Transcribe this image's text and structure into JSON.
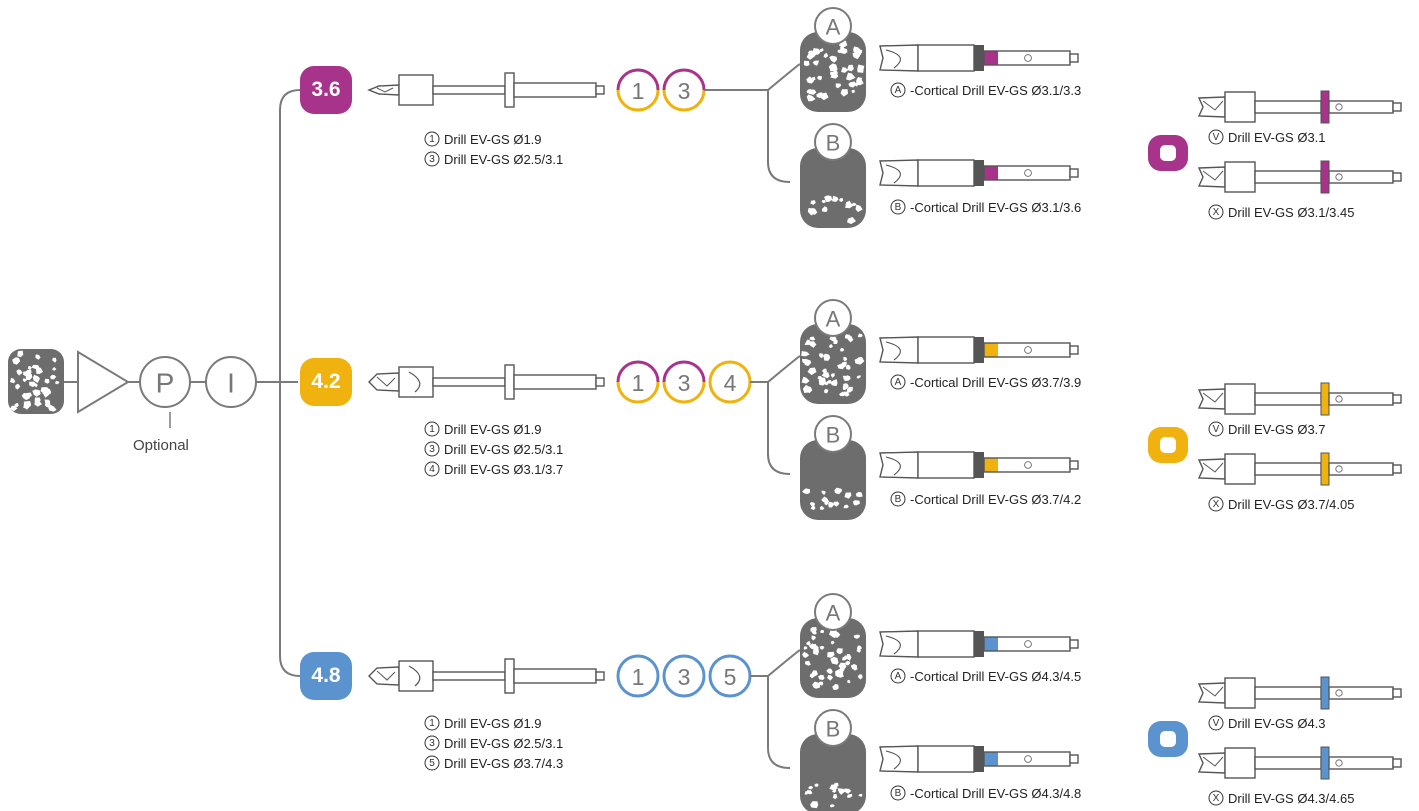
{
  "colors": {
    "diameter_3_6": "#a7338a",
    "diameter_4_2": "#f0b20e",
    "diameter_4_8": "#5b93cf",
    "line": "#7a7a7a",
    "bone": "#6d6d6d"
  },
  "start": {
    "optional_label": "Optional",
    "pilot_letter": "P",
    "indicator_letter": "I"
  },
  "rows": [
    {
      "implant_diameter": "3.6",
      "color": "#a7338a",
      "drill_steps": [
        "1",
        "3"
      ],
      "drill_list": [
        "Drill EV-GS Ø1.9",
        "Drill EV-GS Ø2.5/3.1"
      ],
      "drill_list_marks": [
        "1",
        "3"
      ],
      "bone_a_letter": "A",
      "bone_b_letter": "B",
      "cortical_a": "-Cortical Drill EV-GS Ø3.1/3.3",
      "cortical_b": "-Cortical Drill EV-GS Ø3.1/3.6",
      "final_v": "Drill EV-GS Ø3.1",
      "final_x": "Drill EV-GS Ø3.1/3.45"
    },
    {
      "implant_diameter": "4.2",
      "color": "#f0b20e",
      "drill_steps": [
        "1",
        "3",
        "4"
      ],
      "drill_list": [
        "Drill EV-GS Ø1.9",
        "Drill EV-GS Ø2.5/3.1",
        "Drill EV-GS Ø3.1/3.7"
      ],
      "drill_list_marks": [
        "1",
        "3",
        "4"
      ],
      "bone_a_letter": "A",
      "bone_b_letter": "B",
      "cortical_a": "-Cortical Drill EV-GS Ø3.7/3.9",
      "cortical_b": "-Cortical Drill EV-GS Ø3.7/4.2",
      "final_v": "Drill EV-GS Ø3.7",
      "final_x": "Drill EV-GS Ø3.7/4.05"
    },
    {
      "implant_diameter": "4.8",
      "color": "#5b93cf",
      "drill_steps": [
        "1",
        "3",
        "5"
      ],
      "drill_list": [
        "Drill EV-GS Ø1.9",
        "Drill EV-GS Ø2.5/3.1",
        "Drill EV-GS Ø3.7/4.3"
      ],
      "drill_list_marks": [
        "1",
        "3",
        "5"
      ],
      "bone_a_letter": "A",
      "bone_b_letter": "B",
      "cortical_a": "-Cortical Drill EV-GS Ø4.3/4.5",
      "cortical_b": "-Cortical Drill EV-GS Ø4.3/4.8",
      "final_v": "Drill EV-GS Ø4.3",
      "final_x": "Drill EV-GS Ø4.3/4.65"
    }
  ],
  "icons": {
    "bone_dense": "dense-bone-icon",
    "bone_soft": "soft-bone-icon",
    "drill": "drill-icon",
    "cortical_drill": "cortical-drill-icon",
    "final_drill": "final-drill-icon",
    "implant_ring": "implant-ring-icon"
  }
}
